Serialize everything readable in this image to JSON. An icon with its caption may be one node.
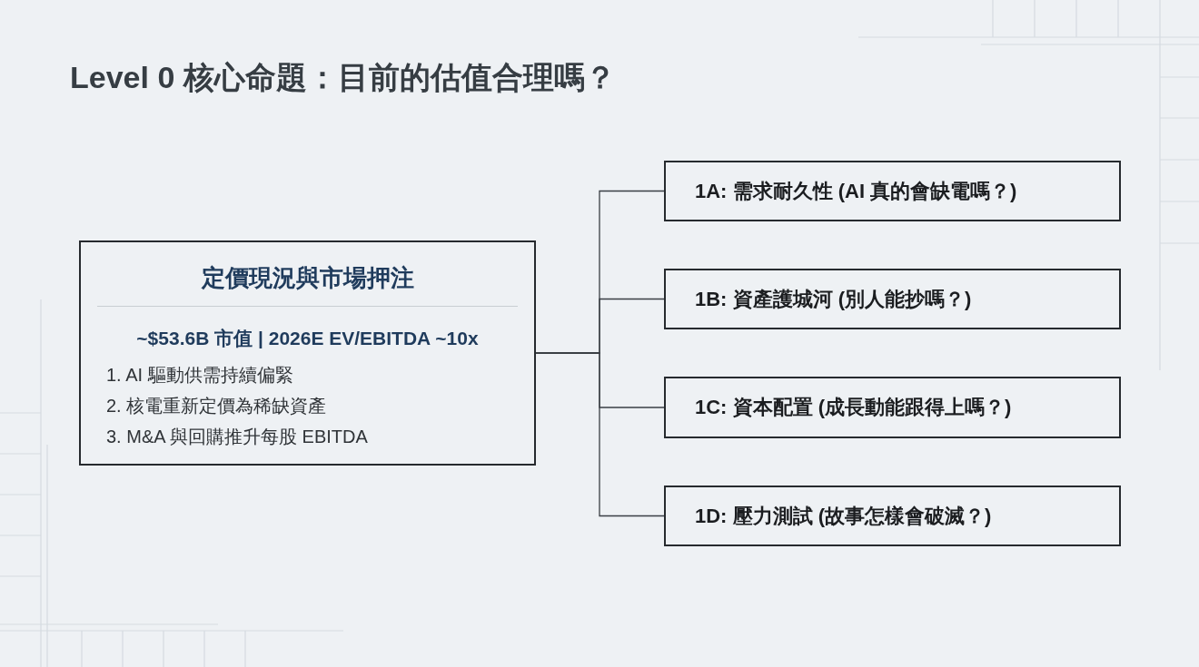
{
  "diagram": {
    "title": "Level 0 核心命題：目前的估值合理嗎？",
    "nodes": [
      {
        "text": [
          "定價現況與市場押注",
          "~$53.6B 市值 | 2026E EV/EBITDA ~10x",
          "1. AI 驅動供需持續偏緊",
          "2. 核電重新定價為稀缺資產",
          "3. M&A 與回購推升每股 EBITDA"
        ]
      },
      {
        "text": [
          "1A: 需求耐久性 (AI 真的會缺電嗎？)"
        ]
      },
      {
        "text": [
          "1B: 資產護城河 (別人能抄嗎？)"
        ]
      },
      {
        "text": [
          "1C: 資本配置 (成長動能跟得上嗎？)"
        ]
      },
      {
        "text": [
          "1D: 壓力測試 (故事怎樣會破滅？)"
        ]
      }
    ],
    "edges": [
      {
        "from": 0,
        "to": 1,
        "arrow": "none"
      },
      {
        "from": 0,
        "to": 2,
        "arrow": "none"
      },
      {
        "from": 0,
        "to": 3,
        "arrow": "none"
      },
      {
        "from": 0,
        "to": 4,
        "arrow": "none"
      }
    ]
  }
}
